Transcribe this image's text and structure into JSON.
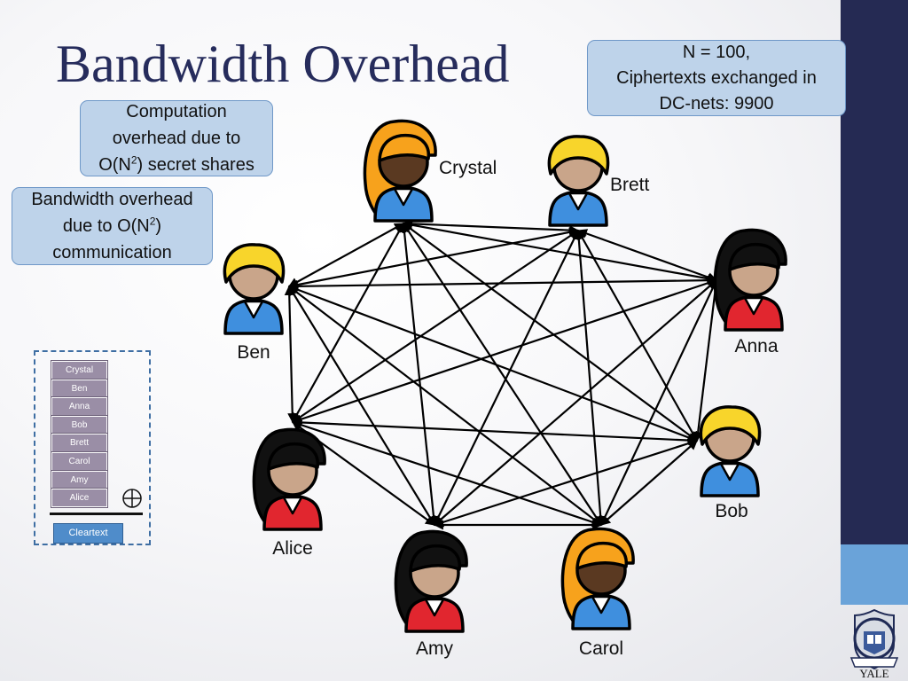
{
  "slide": {
    "title": "Bandwidth Overhead",
    "colors": {
      "title": "#262c5c",
      "sidebar_dark": "#252a53",
      "sidebar_accent": "#6aa3d9",
      "callout_fill": "#bed3ea",
      "callout_border": "#6f98c8",
      "stack_item": "#9a8ea6",
      "cleartext_fill": "#4f8cca"
    }
  },
  "callouts": {
    "n_info": {
      "line1": "N = 100,",
      "line2": "Ciphertexts exchanged in",
      "line3": "DC-nets: 9900"
    },
    "computation": {
      "line1": "Computation",
      "line2": "overhead due to",
      "line3_pre": "O(N",
      "line3_sup": "2",
      "line3_post": ") secret shares"
    },
    "bandwidth": {
      "line1": "Bandwidth overhead",
      "line2_pre": "due to O(N",
      "line2_sup": "2",
      "line2_post": ")",
      "line3": "communication"
    }
  },
  "participants": [
    {
      "name": "Crystal",
      "hair": "long",
      "hair_color": "orange",
      "skin": "dark",
      "shirt": "blue"
    },
    {
      "name": "Brett",
      "hair": "short",
      "hair_color": "yellow",
      "skin": "light",
      "shirt": "blue"
    },
    {
      "name": "Anna",
      "hair": "long",
      "hair_color": "black",
      "skin": "light",
      "shirt": "red"
    },
    {
      "name": "Bob",
      "hair": "short",
      "hair_color": "yellow",
      "skin": "light",
      "shirt": "blue"
    },
    {
      "name": "Carol",
      "hair": "long",
      "hair_color": "orange",
      "skin": "dark",
      "shirt": "blue"
    },
    {
      "name": "Amy",
      "hair": "long",
      "hair_color": "black",
      "skin": "light",
      "shirt": "red"
    },
    {
      "name": "Alice",
      "hair": "long",
      "hair_color": "black",
      "skin": "light",
      "shirt": "red"
    },
    {
      "name": "Ben",
      "hair": "short",
      "hair_color": "yellow",
      "skin": "light",
      "shirt": "blue"
    }
  ],
  "network": {
    "type": "complete-graph",
    "edges": "bidirectional arrows between every pair of participants"
  },
  "ciphertext_stack": {
    "items": [
      "Crystal",
      "Ben",
      "Anna",
      "Bob",
      "Brett",
      "Carol",
      "Amy",
      "Alice"
    ],
    "operator_icon": "xor-icon",
    "result": "Cleartext"
  },
  "logo": {
    "name": "yale-seal-icon",
    "text": "YALE"
  }
}
